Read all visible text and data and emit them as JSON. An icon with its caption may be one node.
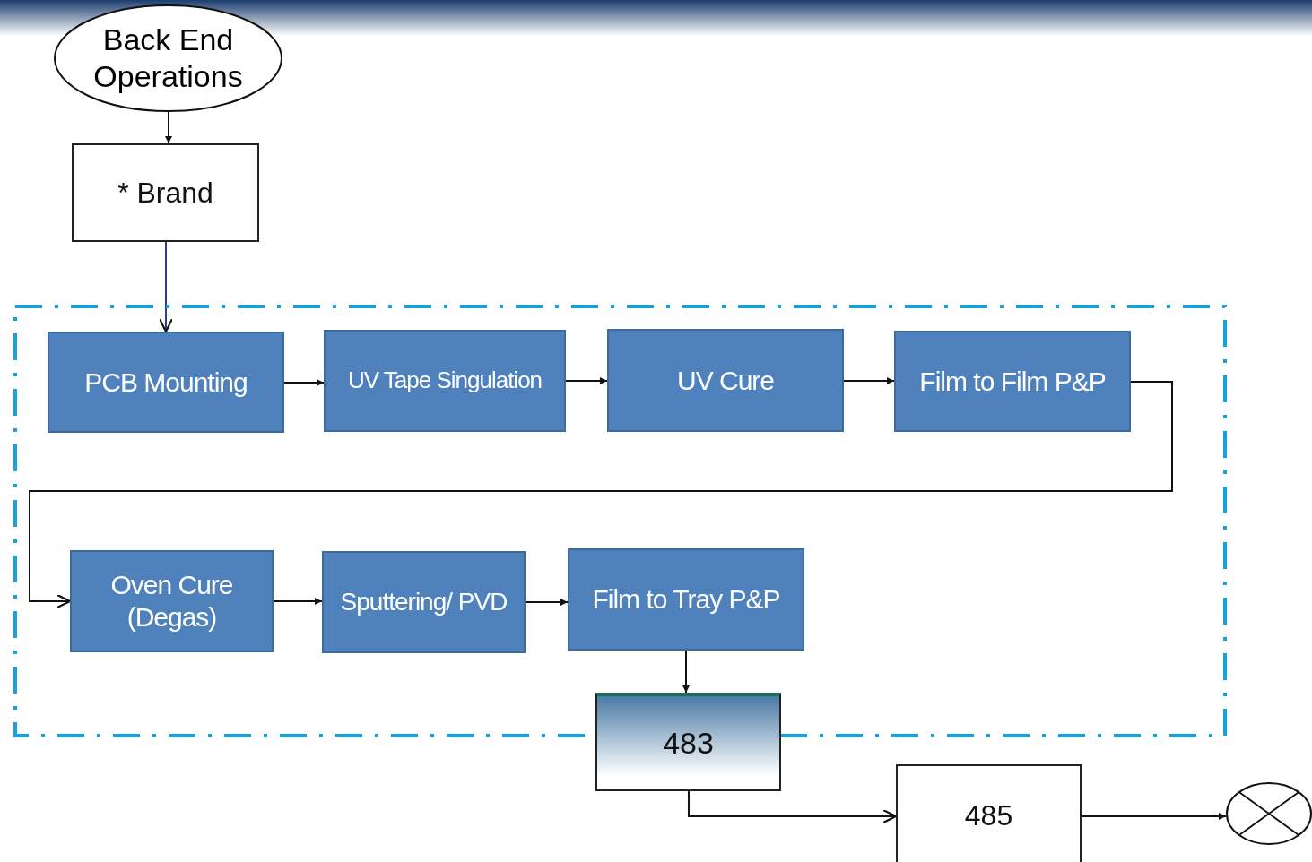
{
  "diagram": {
    "nodes": [
      {
        "text": [
          "Back End Operations"
        ]
      },
      {
        "text": [
          "* Brand"
        ]
      },
      {
        "text": [],
        "shape": "box"
      },
      {
        "text": [
          "PCB Mounting"
        ],
        "in": 2
      },
      {
        "text": [
          "UV Tape Singulation"
        ],
        "in": 2
      },
      {
        "text": [
          "UV Cure"
        ],
        "in": 2
      },
      {
        "text": [
          "Film to Film P&P"
        ],
        "in": 2
      },
      {
        "text": [
          "Oven Cure (Degas)"
        ],
        "in": 2
      },
      {
        "text": [
          "Sputtering/ PVD"
        ],
        "in": 2
      },
      {
        "text": [
          "Film to Tray P&P"
        ],
        "in": 2
      },
      {
        "text": [
          "483"
        ]
      },
      {
        "text": [
          "485"
        ]
      },
      {
        "text": [],
        "shape": "circle"
      }
    ],
    "edges": [
      {
        "from": 0,
        "to": 1,
        "arrow": "to"
      },
      {
        "from": 1,
        "to": 3,
        "arrow": "to",
        "color": "#2b3f7a"
      },
      {
        "from": 3,
        "to": 4,
        "arrow": "to"
      },
      {
        "from": 4,
        "to": 5,
        "arrow": "to"
      },
      {
        "from": 5,
        "to": 6,
        "arrow": "to"
      },
      {
        "from": 6,
        "to": 7,
        "arrow": "to"
      },
      {
        "from": 7,
        "to": 8,
        "arrow": "to"
      },
      {
        "from": 8,
        "to": 9,
        "arrow": "to"
      },
      {
        "from": 9,
        "to": 10,
        "arrow": "to"
      },
      {
        "from": 10,
        "to": 11,
        "arrow": "to"
      },
      {
        "from": 11,
        "to": 12,
        "arrow": "to"
      }
    ]
  }
}
